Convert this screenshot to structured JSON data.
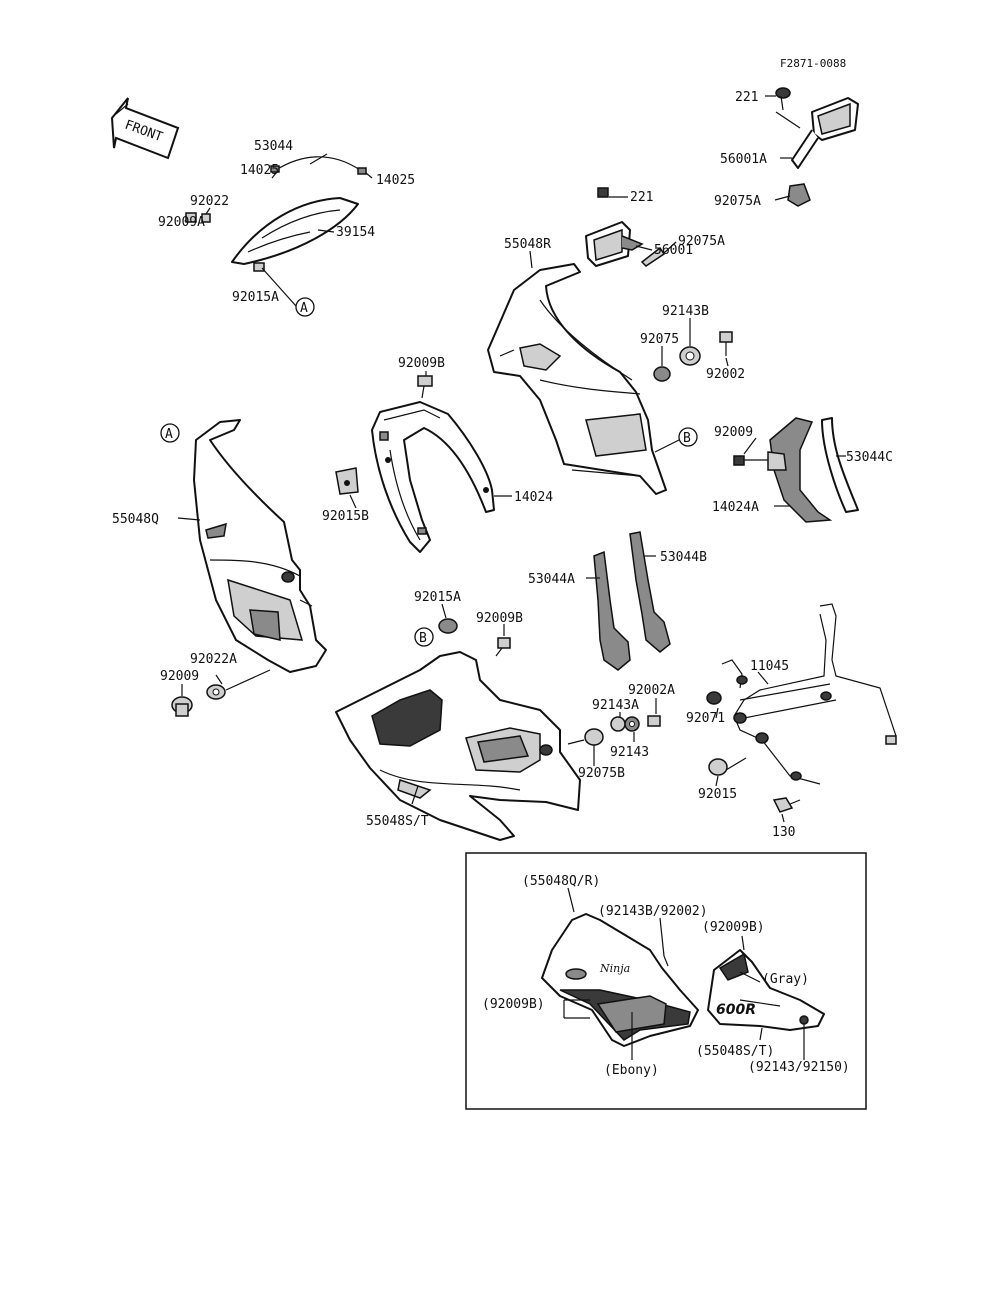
{
  "figure_code": "F2871-0088",
  "front_label": "FRONT",
  "callouts": {
    "a": "A",
    "b": "B"
  },
  "parts": {
    "p221_top": "221",
    "p56001A": "56001A",
    "p92075A_top": "92075A",
    "p221_mid": "221",
    "p56001": "56001",
    "p92075A": "92075A",
    "p53044": "53044",
    "p14025_l": "14025",
    "p14025_r": "14025",
    "p92022": "92022",
    "p39154": "39154",
    "p92009A": "92009A",
    "p92015A_top": "92015A",
    "p55048R": "55048R",
    "p92143B": "92143B",
    "p92075": "92075",
    "p92002": "92002",
    "p92009B_top": "92009B",
    "p14024": "14024",
    "p92015B": "92015B",
    "p92009": "92009",
    "p53044C": "53044C",
    "p14024A": "14024A",
    "p55048Q": "55048Q",
    "p53044B": "53044B",
    "p53044A": "53044A",
    "p92015A": "92015A",
    "p92009B": "92009B",
    "p92022A": "92022A",
    "p92009_l": "92009",
    "p11045": "11045",
    "p92002A": "92002A",
    "p92143A": "92143A",
    "p92071": "92071",
    "p92143": "92143",
    "p92075B": "92075B",
    "p92015": "92015",
    "p130": "130",
    "p55048ST": "55048S/T"
  },
  "inset": {
    "l1": "(55048Q/R)",
    "l2": "(92143B/92002)",
    "l3": "(92009B)",
    "l4": "(Gray)",
    "l5": "(92009B)",
    "l6": "(55048S/T)",
    "l7": "(Ebony)",
    "l8": "(92143/92150)",
    "logo_ninja": "Ninja",
    "logo_model": "600R"
  }
}
